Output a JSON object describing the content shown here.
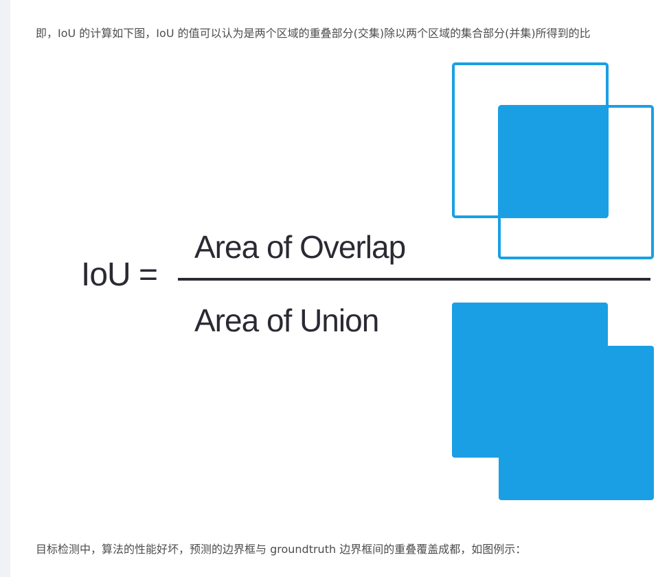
{
  "paragraphs": {
    "intro": "即，IoU 的计算如下图，IoU 的值可以认为是两个区域的重叠部分(交集)除以两个区域的集合部分(并集)所得到的比",
    "outro": "目标检测中，算法的性能好坏，预测的边界框与 groundtruth 边界框间的重叠覆盖成都，如图例示："
  },
  "figure": {
    "formula_label": "IoU =",
    "numerator": "Area of Overlap",
    "denominator": "Area of Union",
    "colors": {
      "accent": "#1a9fe5",
      "formula_text": "#2a2a33",
      "fraction_bar": "#2a2a33"
    }
  }
}
